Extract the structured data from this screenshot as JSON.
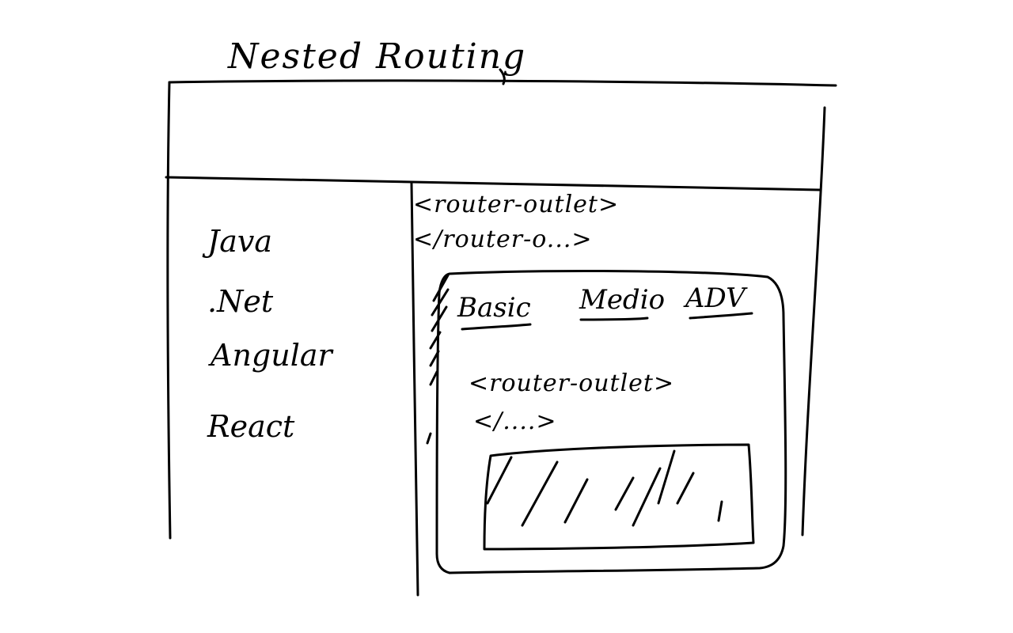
{
  "title": "Nested Routing",
  "sidebar": {
    "items": [
      "Java",
      ".Net",
      "Angular",
      "React"
    ]
  },
  "outer_outlet": {
    "open_tag": "<router-outlet>",
    "close_tag": "</router-o...>"
  },
  "child_panel": {
    "tabs": [
      "Basic",
      "Medio",
      "ADV"
    ],
    "inner_outlet": {
      "open_tag": "<router-outlet>",
      "close_tag": "</....>"
    }
  },
  "colors": {
    "ink": "#000000",
    "background": "#ffffff"
  }
}
